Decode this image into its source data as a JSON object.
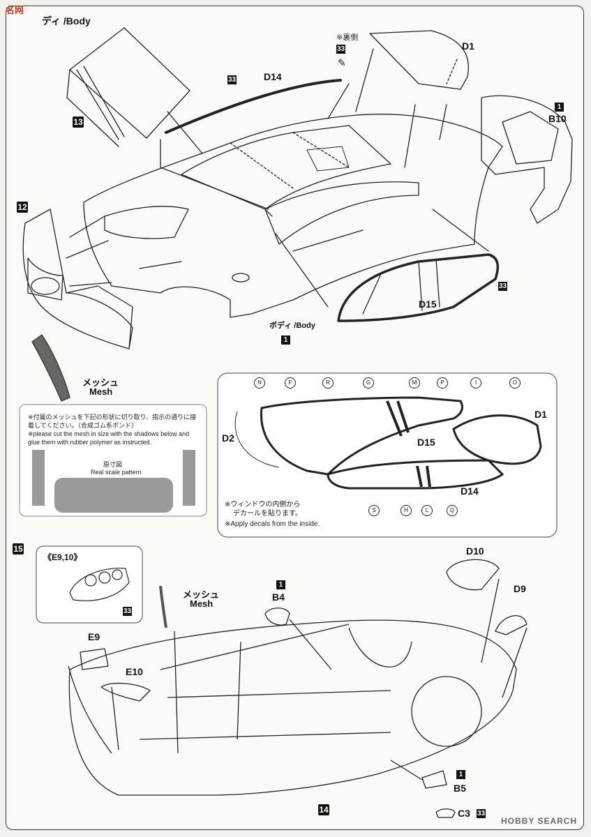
{
  "header": {
    "logo_text": "名网",
    "title": "ディ /Body"
  },
  "step12": {
    "num": "12"
  },
  "step13": {
    "num": "13"
  },
  "step14": {
    "num": "14"
  },
  "step15": {
    "num": "15"
  },
  "parts": {
    "d1": "D1",
    "d14": "D14",
    "d15": "D15",
    "b10": "B10",
    "b10_box": "1",
    "d2": "D2",
    "d10": "D10",
    "d9": "D9",
    "e9": "E9",
    "e10": "E10",
    "b4": "B4",
    "b4_box": "1",
    "b5": "B5",
    "b5_box": "1",
    "c3": "C3",
    "c3_num": "33"
  },
  "decal_33": "33",
  "reverse_side": "※裏側",
  "body_label": "ボディ /Body",
  "body_box": "1",
  "mesh": {
    "jp": "メッシュ",
    "en": "Mesh"
  },
  "mesh_note": {
    "jp": "※付属のメッシュを下記の形状に切り取り、指示の通りに接着してください。（合成ゴム系ボンド）",
    "en": "※please cut the mesh in size with the shadows below and glue them with rubber polymer as instructed.",
    "scale_jp": "原寸図",
    "scale_en": "Real scale pattern"
  },
  "window_note": {
    "jp1": "※ウィンドウの内側から",
    "jp2": "デカールを貼ります。",
    "en": "※Apply decals from the inside."
  },
  "window_letters_top": [
    "N",
    "F",
    "R",
    "G",
    "M",
    "P",
    "I",
    "O"
  ],
  "window_letters_bottom": [
    "S",
    "H",
    "L",
    "Q"
  ],
  "e910_label": "《E9,10》",
  "mesh2": {
    "jp": "メッシュ",
    "en": "Mesh"
  },
  "watermark": "HOBBY SEARCH"
}
